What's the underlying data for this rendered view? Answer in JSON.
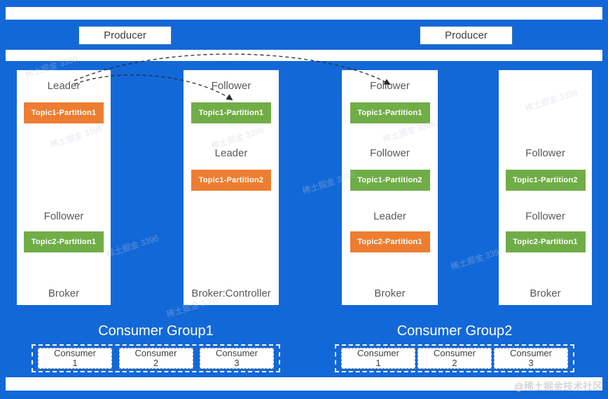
{
  "page": {
    "corner_watermark": "@稀土掘金技术社区",
    "tile_watermark": "稀土掘金 3396"
  },
  "producers": {
    "left": "Producer",
    "right": "Producer"
  },
  "brokers": {
    "b1": {
      "slot1_role": "Leader",
      "slot1_partition": "Topic1-Partition1",
      "slot3_role": "Follower",
      "slot3_partition": "Topic2-Partition1",
      "footer": "Broker"
    },
    "b2": {
      "slot1_role": "Follower",
      "slot1_partition": "Topic1-Partition1",
      "slot2_role": "Leader",
      "slot2_partition": "Topic1-Partition2",
      "footer": "Broker:Controller"
    },
    "b3": {
      "slot1_role": "Follower",
      "slot1_partition": "Topic1-Partition1",
      "slot2_role": "Follower",
      "slot2_partition": "Topic1-Partition2",
      "slot3_role": "Leader",
      "slot3_partition": "Topic2-Partition1",
      "footer": "Broker"
    },
    "b4": {
      "slot2_role": "Follower",
      "slot2_partition": "Topic1-Partition2",
      "slot3_role": "Follower",
      "slot3_partition": "Topic2-Partition1",
      "footer": "Broker"
    }
  },
  "consumer_groups": {
    "group1": {
      "title": "Consumer Group1",
      "consumers": [
        "Consumer 1",
        "Consumer 2",
        "Consumer 3"
      ]
    },
    "group2": {
      "title": "Consumer Group2",
      "consumers": [
        "Consumer 1",
        "Consumer 2",
        "Consumer 3"
      ]
    }
  },
  "colors": {
    "background": "#1368d8",
    "leader_badge": "#ED7D31",
    "follower_badge": "#70AD47"
  }
}
